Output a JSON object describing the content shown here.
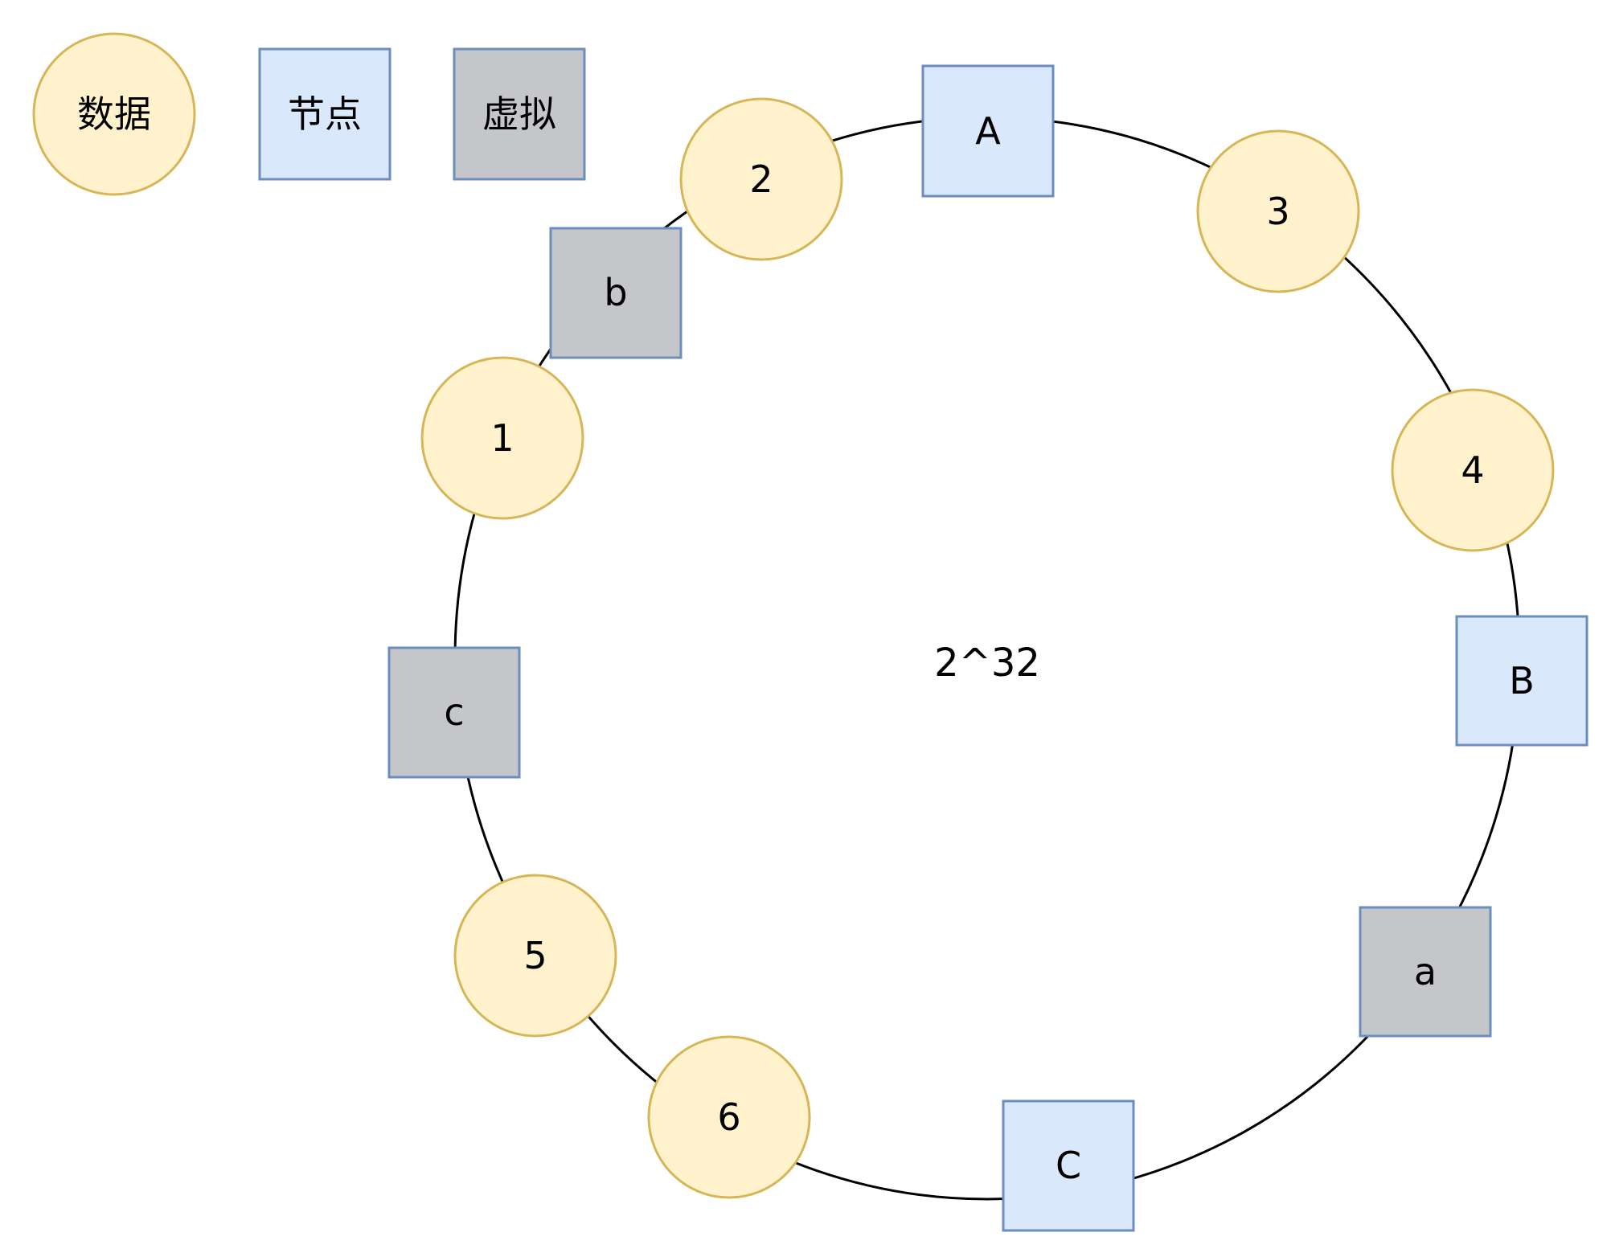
{
  "colors": {
    "data_fill": "#fff2cc",
    "data_stroke": "#d6b656",
    "node_fill": "#dae8fc",
    "node_stroke": "#6c8ebf",
    "virtual_fill": "#c4c6ca",
    "virtual_stroke": "#6c8ebf",
    "ring_stroke": "#000000"
  },
  "legend": {
    "data_label": "数据",
    "node_label": "节点",
    "virtual_label": "虚拟"
  },
  "ring": {
    "center_label": "2^32"
  },
  "ring_items": [
    {
      "id": "A",
      "kind": "node",
      "label": "A"
    },
    {
      "id": "3",
      "kind": "data",
      "label": "3"
    },
    {
      "id": "4",
      "kind": "data",
      "label": "4"
    },
    {
      "id": "B",
      "kind": "node",
      "label": "B"
    },
    {
      "id": "a",
      "kind": "virtual",
      "label": "a"
    },
    {
      "id": "C",
      "kind": "node",
      "label": "C"
    },
    {
      "id": "6",
      "kind": "data",
      "label": "6"
    },
    {
      "id": "5",
      "kind": "data",
      "label": "5"
    },
    {
      "id": "c",
      "kind": "virtual",
      "label": "c"
    },
    {
      "id": "1",
      "kind": "data",
      "label": "1"
    },
    {
      "id": "b",
      "kind": "virtual",
      "label": "b"
    },
    {
      "id": "2",
      "kind": "data",
      "label": "2"
    }
  ]
}
